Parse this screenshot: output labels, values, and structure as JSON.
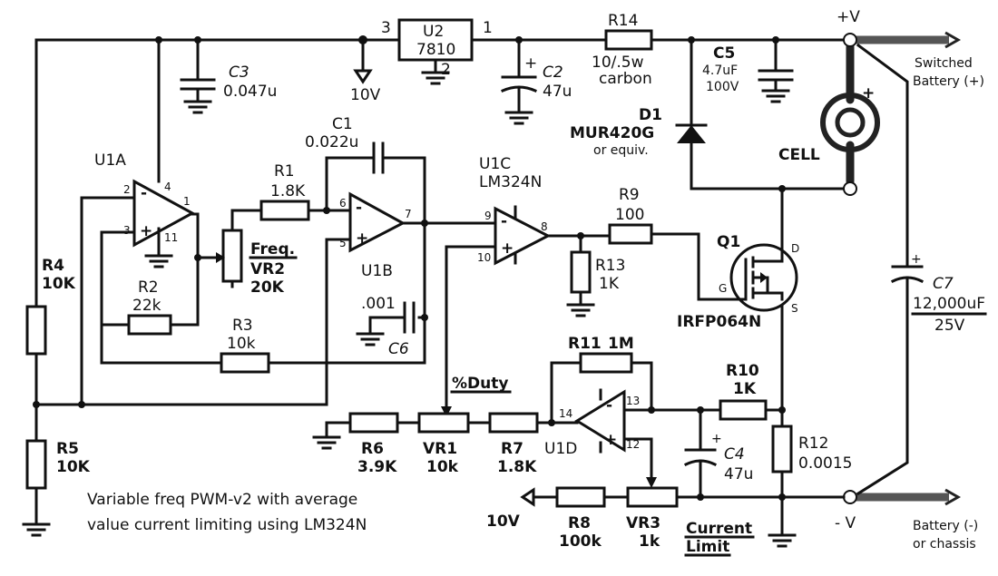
{
  "title": {
    "line1": "Variable freq PWM-v2 with average",
    "line2": "value current limiting using LM324N"
  },
  "regulator": {
    "ref": "U2",
    "part": "7810",
    "pin_in": "3",
    "pin_out": "1",
    "pin_gnd": "2"
  },
  "supply_10v_label": "10V",
  "supply_10v_label2": "10V",
  "c3": {
    "ref": "C3",
    "value": "0.047u"
  },
  "c2": {
    "ref": "C2",
    "value": "47u",
    "polarity": "+"
  },
  "r14": {
    "ref": "R14",
    "value1": "10/.5w",
    "value2": "carbon"
  },
  "c5": {
    "ref": "C5",
    "value1": "4.7uF",
    "value2": "100V"
  },
  "d1": {
    "ref": "D1",
    "part": "MUR420G",
    "note": "or equiv."
  },
  "terminal_pos": "+V",
  "terminal_neg": "- V",
  "battery_pos": {
    "line1": "Switched",
    "line2": "Battery (+)"
  },
  "battery_neg": {
    "line1": "Battery (-)",
    "line2": "or chassis"
  },
  "cell": {
    "label": "CELL",
    "plus": "+"
  },
  "c7": {
    "ref": "C7",
    "value1": "12,000uF",
    "value2": "25V",
    "polarity": "+"
  },
  "u1a": {
    "ref": "U1A",
    "pins": [
      "2",
      "3",
      "4",
      "11",
      "1"
    ]
  },
  "u1b": {
    "ref": "U1B",
    "pins": [
      "6",
      "5",
      "7"
    ]
  },
  "u1c": {
    "ref": "U1C",
    "part": "LM324N",
    "pins": [
      "9",
      "10",
      "8"
    ]
  },
  "u1d": {
    "ref": "U1D",
    "pins": [
      "14",
      "13",
      "12"
    ]
  },
  "c1": {
    "ref": "C1",
    "value": "0.022u"
  },
  "r1": {
    "ref": "R1",
    "value": "1.8K"
  },
  "r2": {
    "ref": "R2",
    "value": "22k"
  },
  "r3": {
    "ref": "R3",
    "value": "10k"
  },
  "r4": {
    "ref": "R4",
    "value": "10K"
  },
  "r5": {
    "ref": "R5",
    "value": "10K"
  },
  "vr2": {
    "label": "Freq.",
    "ref": "VR2",
    "value": "20K"
  },
  "c6": {
    "ref": "C6",
    "value": ".001"
  },
  "r9": {
    "ref": "R9",
    "value": "100"
  },
  "r13": {
    "ref": "R13",
    "value": "1K"
  },
  "q1": {
    "ref": "Q1",
    "part": "IRFP064N",
    "pin_d": "D",
    "pin_g": "G",
    "pin_s": "S"
  },
  "r11": {
    "ref": "R11",
    "value": "1M"
  },
  "r10": {
    "ref": "R10",
    "value": "1K"
  },
  "duty_label": "%Duty",
  "r6": {
    "ref": "R6",
    "value": "3.9K"
  },
  "vr1": {
    "ref": "VR1",
    "value": "10k"
  },
  "r7": {
    "ref": "R7",
    "value": "1.8K"
  },
  "c4": {
    "ref": "C4",
    "value": "47u",
    "polarity": "+"
  },
  "r12": {
    "ref": "R12",
    "value": "0.0015"
  },
  "r8": {
    "ref": "R8",
    "value": "100k"
  },
  "vr3": {
    "ref": "VR3",
    "value": "1k"
  },
  "current_limit": {
    "line1": "Current",
    "line2": "Limit"
  },
  "opamp_plus": "+",
  "opamp_minus": "-"
}
